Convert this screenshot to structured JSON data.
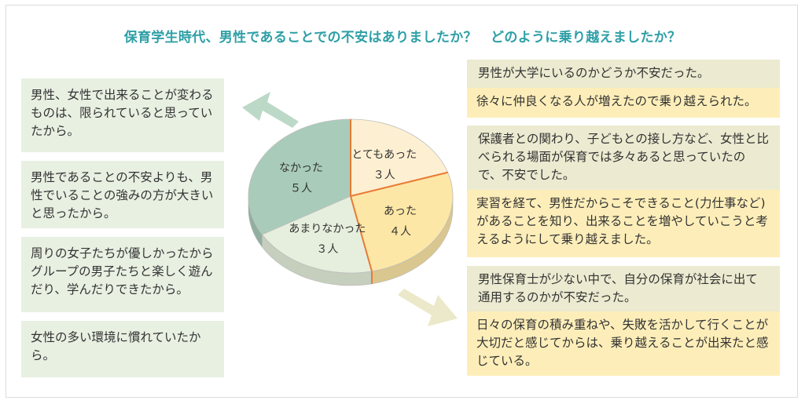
{
  "title": "保育学生時代、男性であることでの不安はありましたか？　どのように乗り越えましたか？",
  "left_reasons": [
    "男性、女性で出来ることが変わるものは、限られていると思っていたから。",
    "男性であることの不安よりも、男性でいることの強みの方が大きいと思ったから。",
    "周りの女子たちが優しかったからグループの男子たちと楽しく遊んだり、学んだりできたから。",
    "女性の多い環境に慣れていたから。"
  ],
  "right_items": [
    {
      "worry": "男性が大学にいるのかどうか不安だった。",
      "overcome": "徐々に仲良くなる人が増えたので乗り越えられた。"
    },
    {
      "worry": "保護者との関わり、子どもとの接し方など、女性と比べられる場面が保育では多々あると思っていたので、不安でした。",
      "overcome": "実習を経て、男性だからこそできること(力仕事など)があることを知り、出来ることを増やしていこうと考えるようにして乗り越えました。"
    },
    {
      "worry": "男性保育士が少ない中で、自分の保育が社会に出て通用するのかが不安だった。",
      "overcome": "日々の保育の積み重ねや、失敗を活かして行くことが大切だと感じてからは、乗り越えることが出来たと感じている。"
    }
  ],
  "chart_data": {
    "type": "pie",
    "title": "",
    "slices": [
      {
        "label": "とてもあった",
        "value": 3,
        "value_label": "３人",
        "color": "#fdf0d2"
      },
      {
        "label": "あった",
        "value": 4,
        "value_label": "４人",
        "color": "#fde7a6"
      },
      {
        "label": "あまりなかった",
        "value": 3,
        "value_label": "３人",
        "color": "#e6efdd"
      },
      {
        "label": "なかった",
        "value": 5,
        "value_label": "５人",
        "color": "#a9ccba"
      }
    ]
  },
  "colors": {
    "title": "#2e9fa6",
    "left_box": "#e8f0e2",
    "worry_box": "#ecead0",
    "overcome_box": "#fdeeb9",
    "divider": "#e97a36",
    "arrow_left": "#bcd9c8",
    "arrow_right": "#ebe9c9"
  }
}
